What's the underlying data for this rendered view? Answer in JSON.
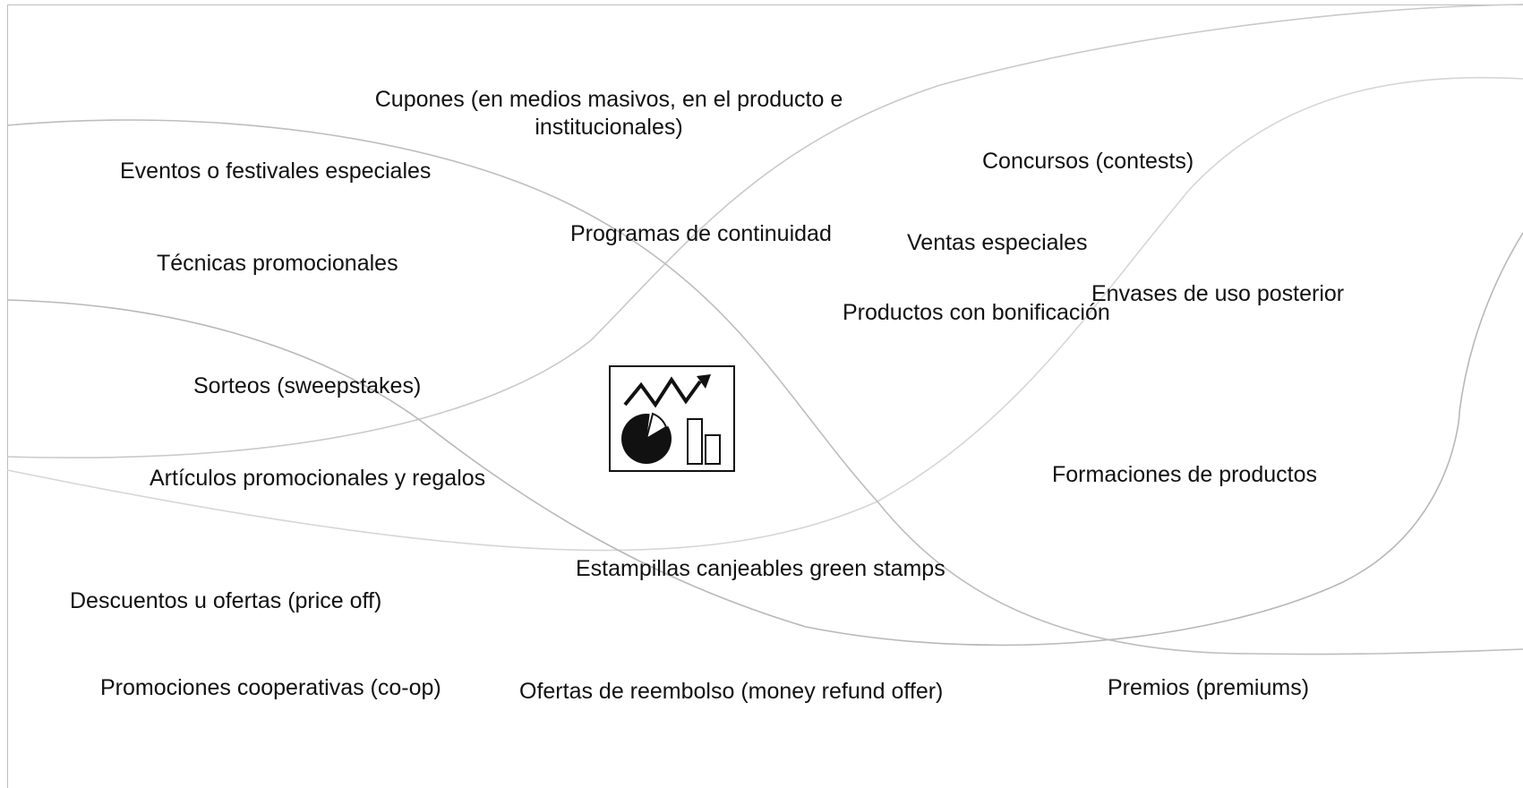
{
  "diagram": {
    "icon": "chart-dashboard-icon",
    "labels": {
      "cupones": "Cupones (en medios masivos, en el producto e institucionales)",
      "cupones_line1": "Cupones (en medios masivos, en el producto e",
      "cupones_line2": "institucionales)",
      "eventos": "Eventos o festivales especiales",
      "concursos": "Concursos (contests)",
      "programas": "Programas de continuidad",
      "ventas": "Ventas especiales",
      "tecnicas": "Técnicas promocionales",
      "envases": "Envases de uso posterior",
      "bonificacion": "Productos con bonificación",
      "sorteos": "Sorteos (sweepstakes)",
      "formaciones": "Formaciones de productos",
      "articulos": "Artículos promocionales y regalos",
      "estampillas": "Estampillas canjeables green stamps",
      "descuentos": "Descuentos u ofertas (price off)",
      "cooperativas": "Promociones cooperativas (co-op)",
      "reembolso": "Ofertas de reembolso (money refund offer)",
      "premios": "Premios (premiums)"
    }
  }
}
